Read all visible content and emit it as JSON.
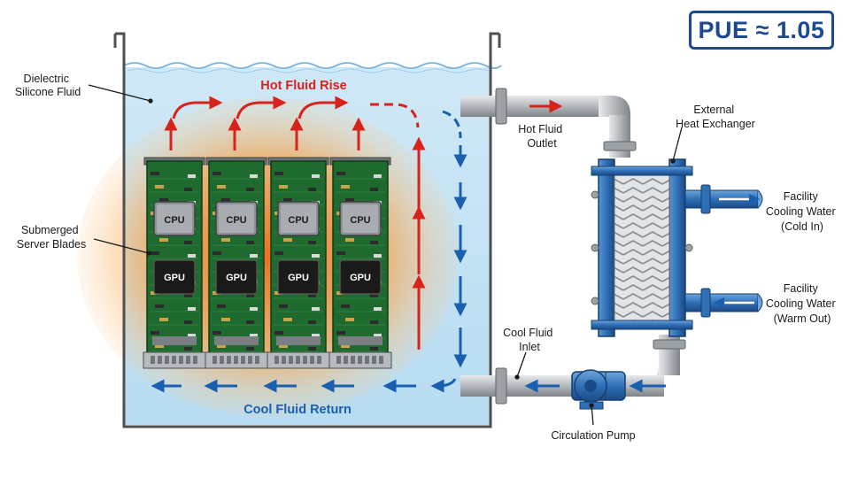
{
  "labels": {
    "dielectric_fluid": [
      "Dielectric",
      "Silicone Fluid"
    ],
    "hot_fluid_rise": "Hot Fluid Rise",
    "submerged_blades": [
      "Submerged",
      "Server Blades"
    ],
    "cool_fluid_return": "Cool Fluid Return",
    "hot_fluid_outlet": [
      "Hot Fluid",
      "Outlet"
    ],
    "cool_fluid_inlet": [
      "Cool Fluid",
      "Inlet"
    ],
    "external_heat_exchanger": [
      "External",
      "Heat Exchanger"
    ],
    "facility_cold_in": [
      "Facility",
      "Cooling Water",
      "(Cold In)"
    ],
    "facility_warm_out": [
      "Facility",
      "Cooling Water",
      "(Warm Out)"
    ],
    "circulation_pump": "Circulation Pump"
  },
  "blades": [
    {
      "cpu": "CPU",
      "gpu": "GPU"
    },
    {
      "cpu": "CPU",
      "gpu": "GPU"
    },
    {
      "cpu": "CPU",
      "gpu": "GPU"
    },
    {
      "cpu": "CPU",
      "gpu": "GPU"
    }
  ],
  "pue": "PUE ≈ 1.05",
  "colors": {
    "hot": "#d8231d",
    "cool": "#1a5fb0",
    "fluid": "#bfe0f3",
    "glow": "#f07a1e",
    "exchanger": "#2f6fb6",
    "pipe": "#a8acb0",
    "pcb": "#1f6b2f"
  }
}
